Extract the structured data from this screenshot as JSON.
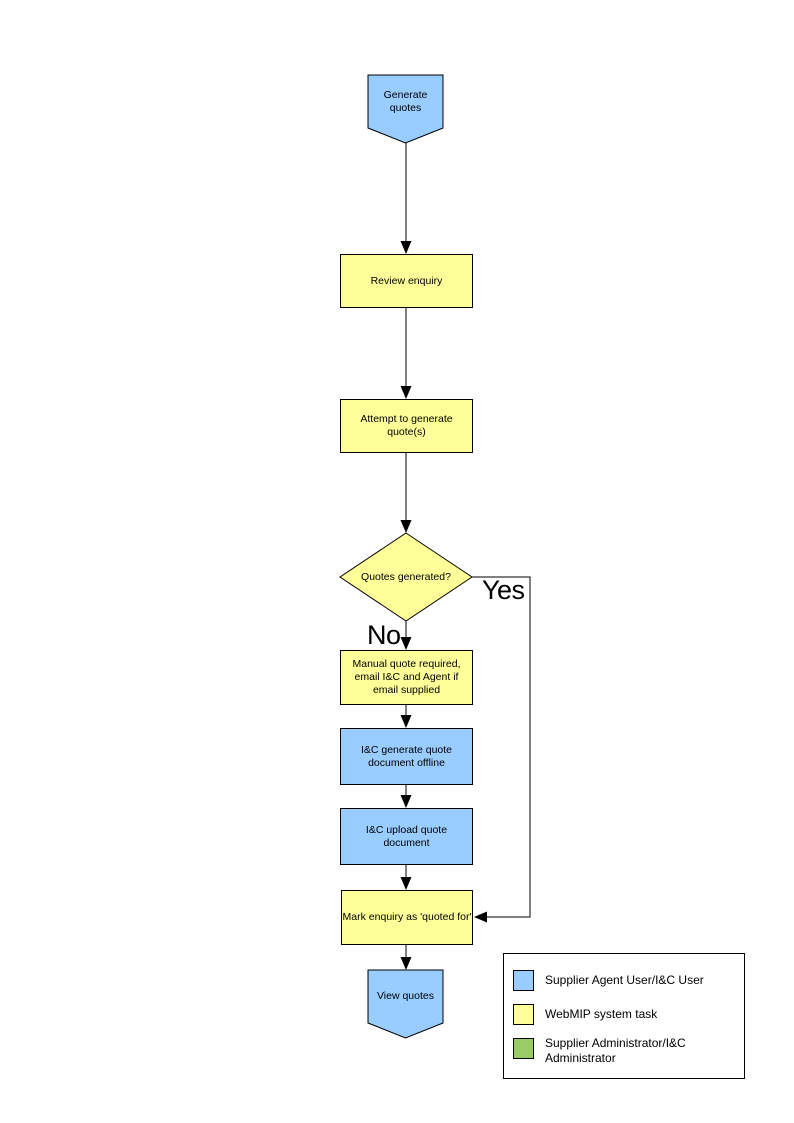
{
  "page": {
    "background": "#FFFFFF",
    "description": "Generate quotes process flowchart"
  },
  "colors": {
    "agent_blue": "#99CCFF",
    "system_yellow": "#FFFF99",
    "admin_green": "#99CC66",
    "line": "#000000"
  },
  "flowchart": {
    "nodes": [
      {
        "id": "start",
        "type": "offpage-connector",
        "role": "agent",
        "label": "Generate quotes"
      },
      {
        "id": "review",
        "type": "process",
        "role": "system",
        "label": "Review enquiry"
      },
      {
        "id": "attempt",
        "type": "process",
        "role": "system",
        "label": "Attempt to generate quote(s)"
      },
      {
        "id": "decision",
        "type": "decision",
        "role": "system",
        "label": "Quotes generated?"
      },
      {
        "id": "manual",
        "type": "process",
        "role": "system",
        "label": "Manual quote required, email I&C and Agent if email supplied"
      },
      {
        "id": "offline",
        "type": "process",
        "role": "agent",
        "label": "I&C generate quote document offline"
      },
      {
        "id": "upload",
        "type": "process",
        "role": "agent",
        "label": "I&C upload quote document"
      },
      {
        "id": "mark",
        "type": "process",
        "role": "system",
        "label": "Mark enquiry as 'quoted for'"
      },
      {
        "id": "end",
        "type": "offpage-connector",
        "role": "agent",
        "label": "View quotes"
      }
    ],
    "branch_labels": {
      "yes": "Yes",
      "no": "No"
    }
  },
  "legend": {
    "items": [
      {
        "color": "#99CCFF",
        "label": "Supplier Agent User/I&C User"
      },
      {
        "color": "#FFFF99",
        "label": "WebMIP system task"
      },
      {
        "color": "#99CC66",
        "label": "Supplier Administrator/I&C Administrator"
      }
    ]
  }
}
